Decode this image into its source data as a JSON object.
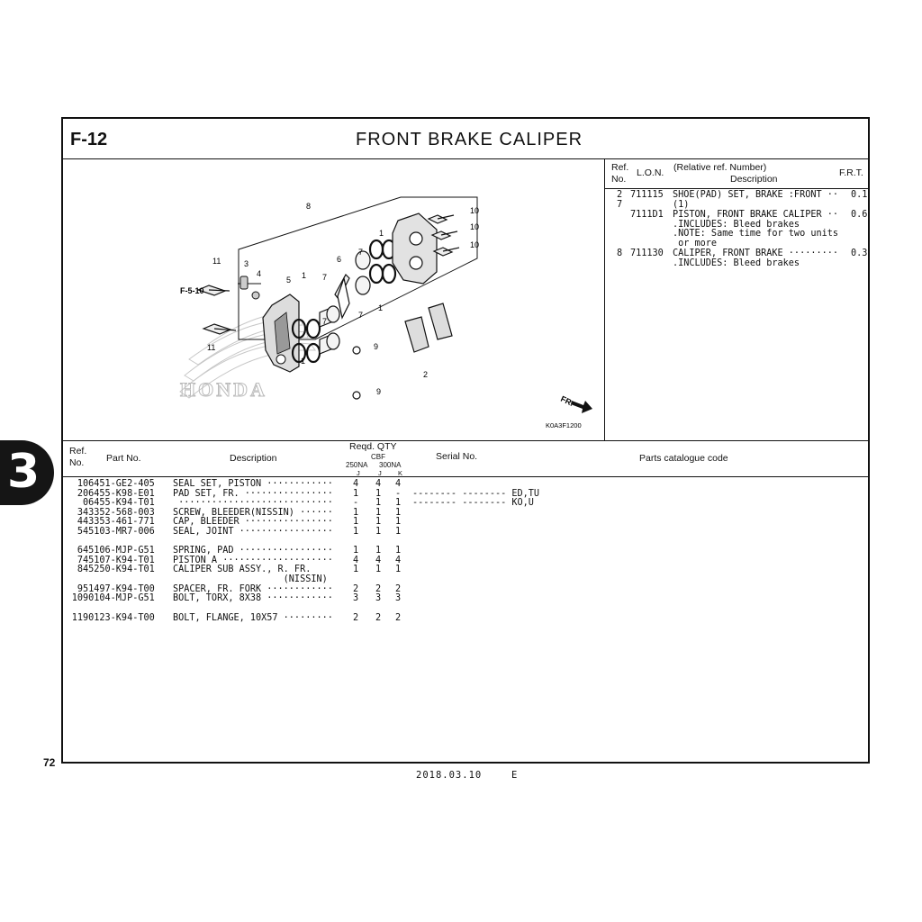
{
  "header": {
    "fig_code": "F-12",
    "title": "FRONT BRAKE CALIPER"
  },
  "lon_table": {
    "col_ref": "Ref.\nNo.",
    "col_lon": "L.O.N.",
    "col_rel": "(Relative ref. Number)",
    "col_desc": "Description",
    "col_frt": "F.R.T.",
    "rows": [
      {
        "ref": "2\n7",
        "lon": "711115",
        "desc": "SHOE(PAD) SET, BRAKE :FRONT ··\n(1)",
        "frt": "0.1"
      },
      {
        "ref": "",
        "lon": "7111D1",
        "desc": "PISTON, FRONT BRAKE CALIPER ··\n.INCLUDES: Bleed brakes\n.NOTE: Same time for two units\n or more",
        "frt": "0.6"
      },
      {
        "ref": "8",
        "lon": "711130",
        "desc": "CALIPER, FRONT BRAKE ·········\n.INCLUDES: Bleed brakes",
        "frt": "0.3"
      }
    ]
  },
  "diagram": {
    "callouts": [
      "8",
      "10",
      "10",
      "10",
      "1",
      "7",
      "11",
      "3",
      "4",
      "5",
      "1",
      "7",
      "6",
      "1",
      "7",
      "7",
      "1",
      "11",
      "9",
      "2",
      "9"
    ],
    "ref_label": "F-5-10",
    "logo_text": "HONDA",
    "front_label": "FR.",
    "diagram_code": "K0A3F1200"
  },
  "parts_table": {
    "col_ref": "Ref.\nNo.",
    "col_part": "Part No.",
    "col_desc": "Description",
    "col_qty": "Reqd. QTY",
    "col_model": "CBF",
    "col_250": "250NA",
    "col_300": "300NA",
    "col_j1": "J",
    "col_j2": "J",
    "col_k": "K",
    "col_serial": "Serial No.",
    "col_catalog": "Parts catalogue code",
    "rows": [
      {
        "ref": "1",
        "part": "06451-GE2-405",
        "desc": "SEAL SET, PISTON ············",
        "q1": "4",
        "q2": "4",
        "q3": "4",
        "serial": ""
      },
      {
        "ref": "2",
        "part": "06455-K98-E01",
        "desc": "PAD SET, FR. ················",
        "q1": "1",
        "q2": "1",
        "q3": "-",
        "serial": "-------- -------- ED,TU"
      },
      {
        "ref": "",
        "part": "06455-K94-T01",
        "desc": " ····························",
        "q1": "-",
        "q2": "1",
        "q3": "1",
        "serial": "-------- -------- KO,U"
      },
      {
        "ref": "3",
        "part": "43352-568-003",
        "desc": "SCREW, BLEEDER(NISSIN) ······",
        "q1": "1",
        "q2": "1",
        "q3": "1",
        "serial": ""
      },
      {
        "ref": "4",
        "part": "43353-461-771",
        "desc": "CAP, BLEEDER ················",
        "q1": "1",
        "q2": "1",
        "q3": "1",
        "serial": ""
      },
      {
        "ref": "5",
        "part": "45103-MR7-006",
        "desc": "SEAL, JOINT ·················",
        "q1": "1",
        "q2": "1",
        "q3": "1",
        "serial": ""
      },
      {
        "ref": "6",
        "part": "45106-MJP-G51",
        "desc": "SPRING, PAD ·················",
        "q1": "1",
        "q2": "1",
        "q3": "1",
        "serial": ""
      },
      {
        "ref": "7",
        "part": "45107-K94-T01",
        "desc": "PISTON A ····················",
        "q1": "4",
        "q2": "4",
        "q3": "4",
        "serial": ""
      },
      {
        "ref": "8",
        "part": "45250-K94-T01",
        "desc": "CALIPER SUB ASSY., R. FR.\n                    (NISSIN)",
        "q1": "1",
        "q2": "1",
        "q3": "1",
        "serial": ""
      },
      {
        "ref": "9",
        "part": "51497-K94-T00",
        "desc": "SPACER, FR. FORK ············",
        "q1": "2",
        "q2": "2",
        "q3": "2",
        "serial": ""
      },
      {
        "ref": "10",
        "part": "90104-MJP-G51",
        "desc": "BOLT, TORX, 8X38 ············",
        "q1": "3",
        "q2": "3",
        "q3": "3",
        "serial": ""
      },
      {
        "ref": "11",
        "part": "90123-K94-T00",
        "desc": "BOLT, FLANGE, 10X57 ·········",
        "q1": "2",
        "q2": "2",
        "q3": "2",
        "serial": ""
      }
    ]
  },
  "footer": {
    "page_number": "72",
    "date": "2018.03.10",
    "edition": "E",
    "section_tab": "3"
  }
}
